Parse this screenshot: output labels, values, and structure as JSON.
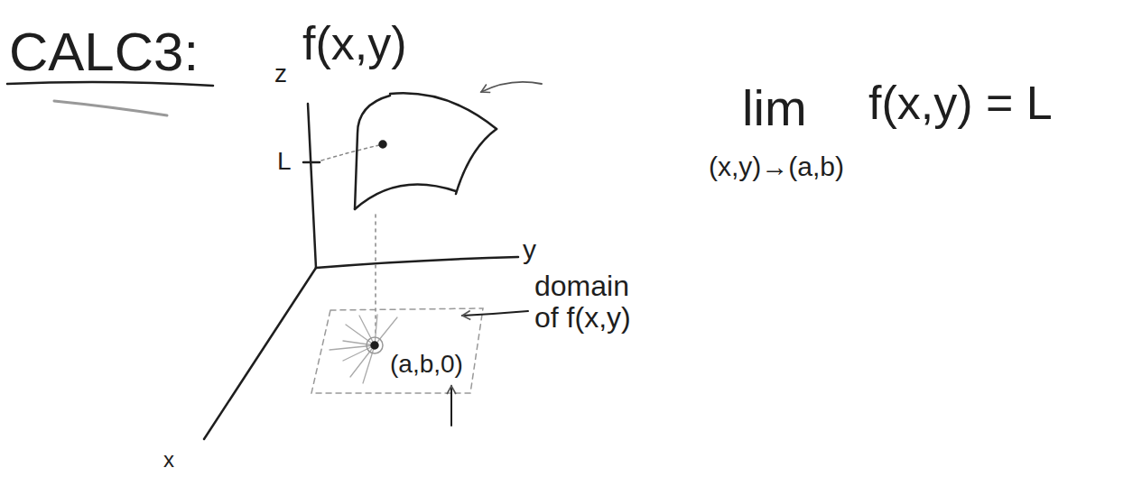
{
  "diagram": {
    "title": "CALC3:",
    "labels": [
      "f(x,y)",
      "z",
      "L",
      "y",
      "x",
      "domain of f(x,y)",
      "(a,b,0)",
      "lim",
      "f(x,y) = L",
      "(x,y)→(a,b)"
    ]
  }
}
